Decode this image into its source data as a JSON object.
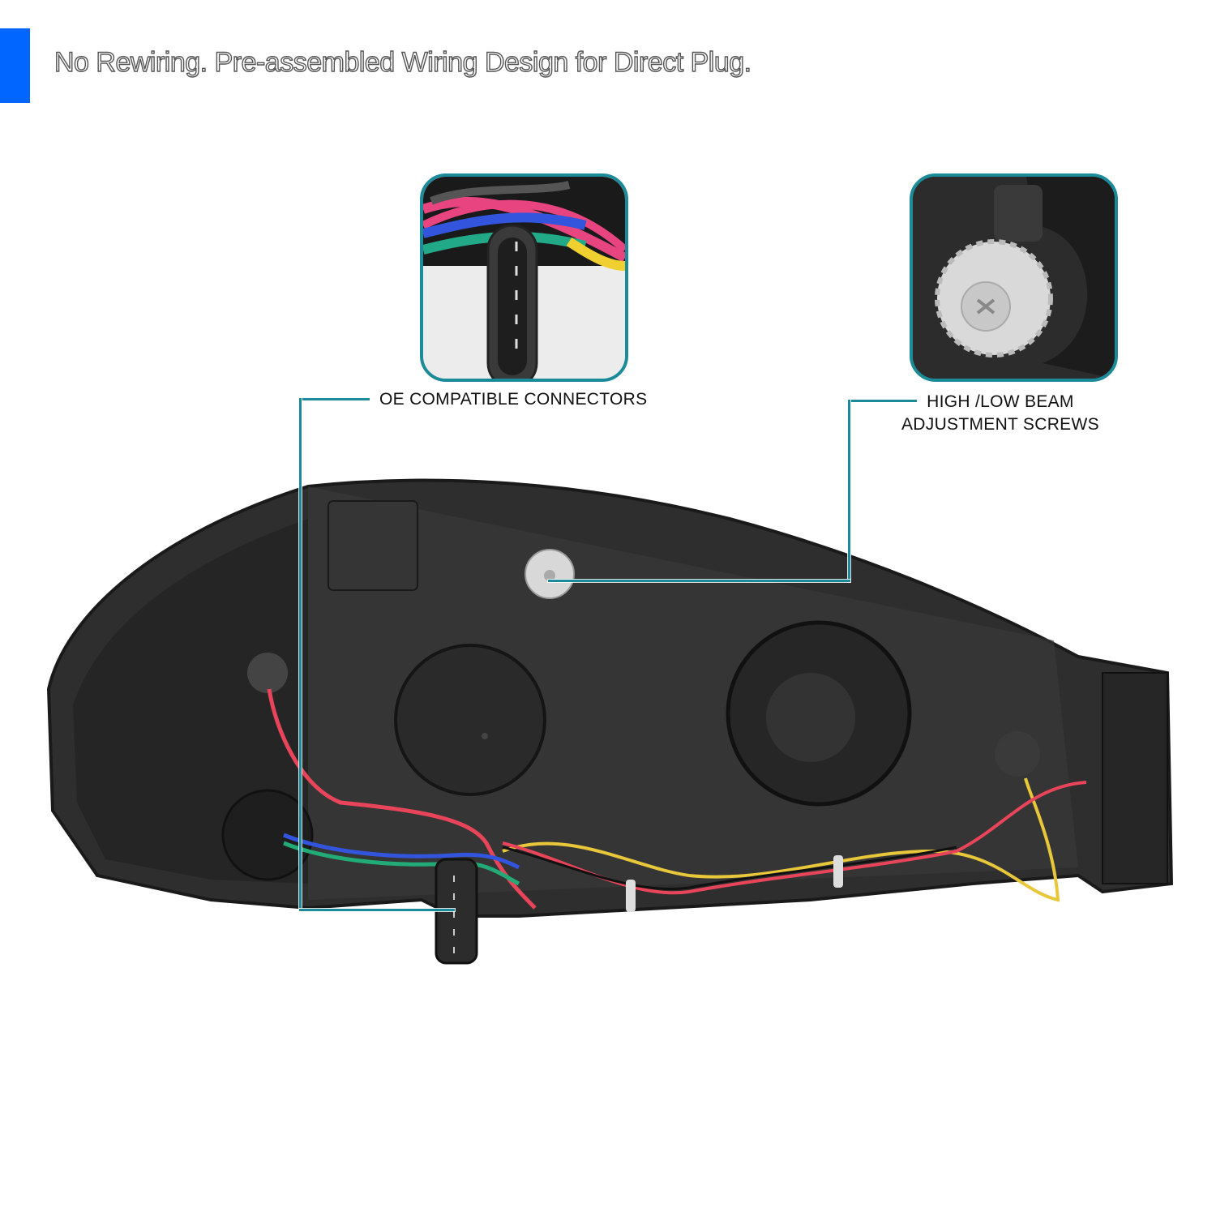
{
  "header": {
    "headline": "No Rewiring. Pre-assembled Wiring Design for Direct Plug.",
    "accent_color": "#0066ff"
  },
  "callouts": [
    {
      "id": "connectors",
      "label": "OE COMPATIBLE CONNECTORS",
      "inset": "connector-closeup"
    },
    {
      "id": "adjustment",
      "label_line1": "HIGH /LOW BEAM",
      "label_line2": "ADJUSTMENT SCREWS",
      "inset": "adjustment-screw-closeup"
    }
  ],
  "colors": {
    "callout_line": "#1b8a99",
    "housing": "#2b2b2b"
  },
  "wires": [
    "red",
    "blue",
    "green",
    "yellow",
    "black"
  ]
}
